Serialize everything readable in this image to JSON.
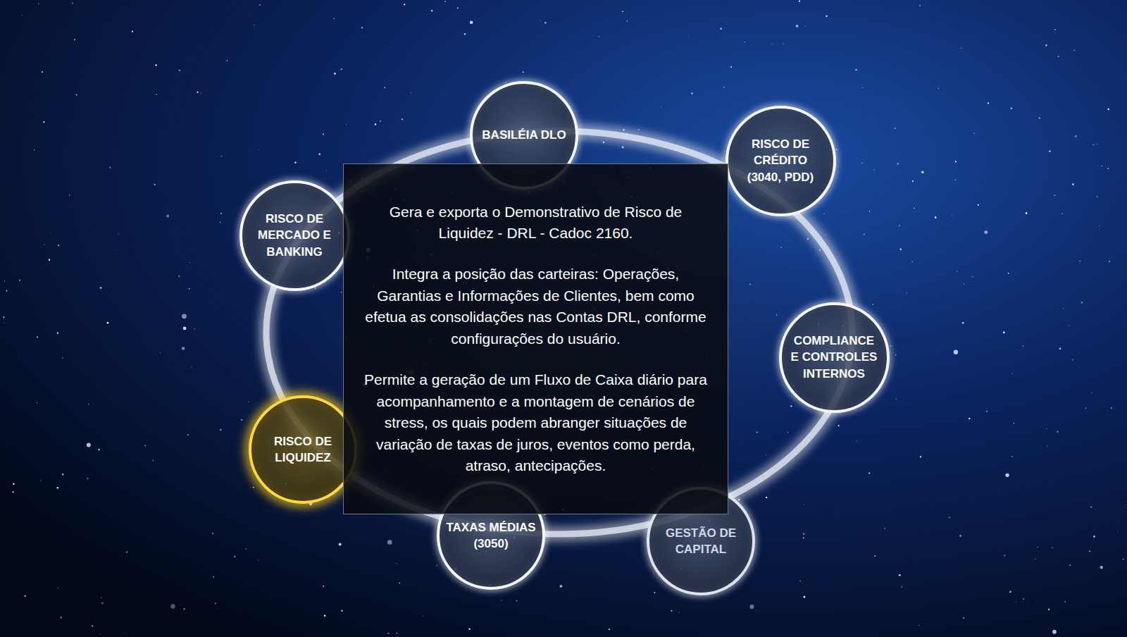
{
  "diagram": {
    "nodes": [
      {
        "text": [
          "BASILÉIA DLO"
        ]
      },
      {
        "text": [
          "RISCO DE CRÉDITO (3040, PDD)"
        ]
      },
      {
        "text": [
          "RISCO DE MERCADO E BANKING"
        ]
      },
      {
        "text": [
          "Gera e exporta o Demonstrativo de Risco de Liquidez - DRL - Cadoc 2160.",
          "Integra a posição das carteiras: Operações, Garantias e Informações de Clientes, bem como efetua as consolidações nas Contas DRL, conforme configurações do usuário.",
          "Permite a geração de um Fluxo de Caixa diário para acompanhamento e a montagem de cenários de stress, os quais podem abranger situações de variação de taxas de juros, eventos como perda, atraso, antecipações."
        ]
      },
      {
        "text": [
          "COMPLIANCE E CONTROLES INTERNOS"
        ]
      },
      {
        "text": [
          "RISCO DE LIQUIDEZ"
        ]
      },
      {
        "text": [
          "GESTÃO DE CAPITAL"
        ]
      },
      {
        "text": [
          "TAXAS MÉDIAS (3050)"
        ]
      }
    ]
  }
}
